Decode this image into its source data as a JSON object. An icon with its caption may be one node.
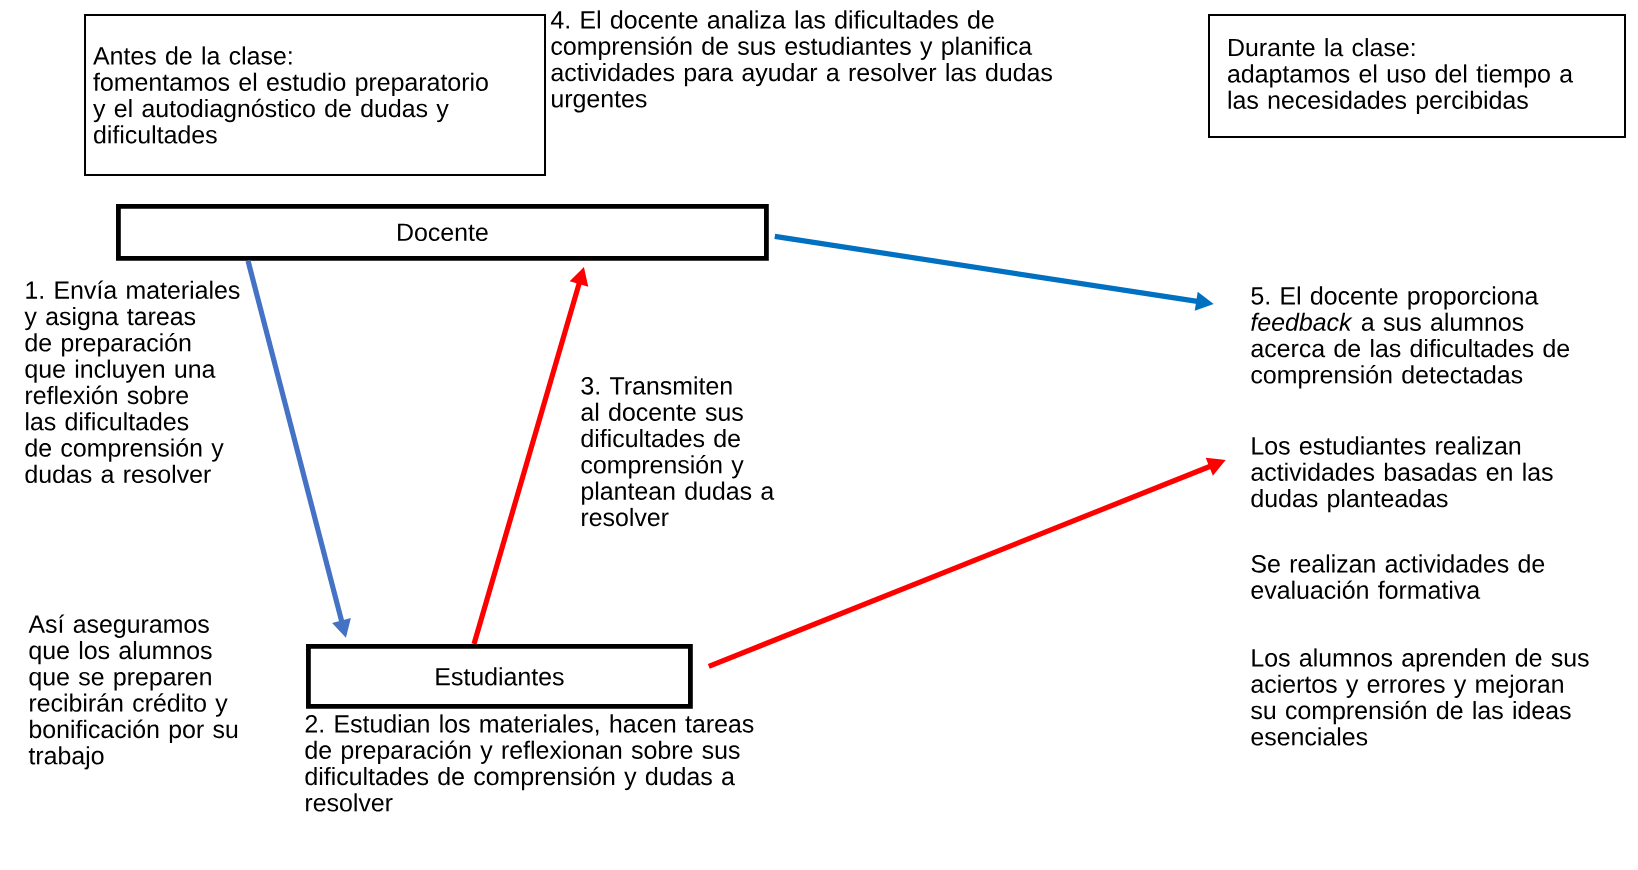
{
  "diagram": {
    "nodes": [
      {
        "text": [
          "Antes de la clase:",
          "fomentamos el estudio preparatorio y el autodiagnóstico de dudas y dificultades"
        ]
      },
      {
        "text": [
          "Durante la clase:",
          "adaptamos el uso del tiempo a las necesidades percibidas"
        ]
      },
      {
        "text": [
          "Docente"
        ]
      },
      {
        "text": [
          "Estudiantes"
        ],
        "beside": [
          "2. Estudian los materiales, hacen tareas de preparación y reflexionan sobre sus dificultades de comprensión y dudas a resolver"
        ]
      },
      {
        "text": [
          "5. El docente proporciona *feedback* a sus alumnos acerca de las dificultades de comprensión detectadas"
        ]
      },
      {
        "text": [
          "Los estudiantes realizan actividades basadas en las dudas planteadas"
        ]
      }
    ],
    "edges": [
      {
        "from": 2,
        "to": 3,
        "arrow": "to",
        "label": "1. Envía materiales y asigna tareas de preparación que incluyen una reflexión sobre las dificultades de comprensión y dudas a resolver",
        "color": "#4472c4"
      },
      {
        "from": 3,
        "to": 2,
        "arrow": "to",
        "label": "3. Transmiten al docente sus dificultades de comprensión y plantean dudas a resolver",
        "color": "#ff0000"
      },
      {
        "from": 2,
        "to": 4,
        "arrow": "to",
        "color": "#0070c0"
      },
      {
        "from": 3,
        "to": 5,
        "arrow": "to",
        "color": "#ff0000"
      }
    ],
    "labels": [
      "4. El docente analiza las dificultades de comprensión de sus estudiantes y planifica actividades para ayudar a resolver las dudas urgentes",
      "Así aseguramos que los alumnos que se preparen recibirán crédito y bonificación por su trabajo",
      "Se realizan actividades de evaluación formativa",
      "Los alumnos aprenden de sus aciertos y errores y mejoran su comprensión de las ideas esenciales"
    ]
  }
}
